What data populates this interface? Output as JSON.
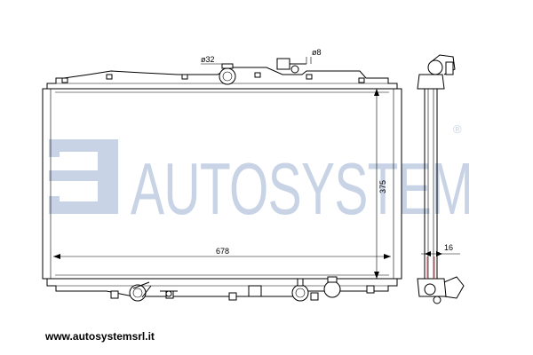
{
  "watermark": {
    "brand": "AUTOSYSTEM",
    "registered": "®",
    "color": "#c8d4e6"
  },
  "dimensions": {
    "cap_diameter": "ø32",
    "fitting_diameter": "ø8",
    "core_height": "375",
    "core_width": "678",
    "core_thickness": "16"
  },
  "footer": {
    "website": "www.autosystemsrl.it"
  }
}
